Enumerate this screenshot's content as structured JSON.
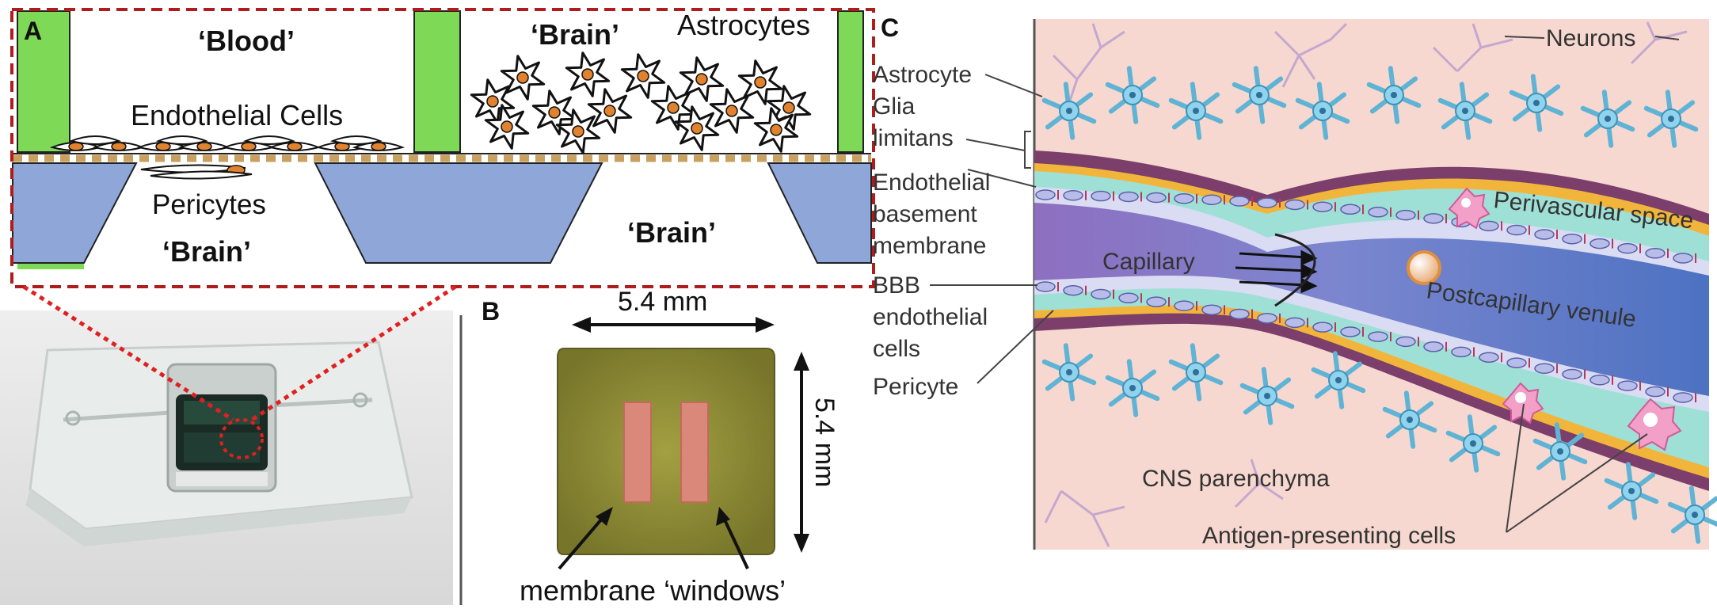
{
  "panel_a": {
    "letter": "A",
    "blood": "‘Blood’",
    "brain_top": "‘Brain’",
    "astrocytes": "Astrocytes",
    "endothelial": "Endothelial Cells",
    "pericytes": "Pericytes",
    "brain_left": "‘Brain’",
    "brain_right": "‘Brain’"
  },
  "panel_b": {
    "letter": "B",
    "width_dim": "5.4 mm",
    "height_dim": "5.4 mm",
    "windows": "membrane ‘windows’"
  },
  "panel_c": {
    "letter": "C",
    "neurons": "Neurons",
    "astrocyte": "Astrocyte",
    "glia1": "Glia",
    "glia2": "limitans",
    "endo1": "Endothelial",
    "endo2": "basement",
    "endo3": "membrane",
    "bbb1": "BBB",
    "bbb2": "endothelial",
    "bbb3": "cells",
    "pericyte": "Pericyte",
    "capillary": "Capillary",
    "perivascular": "Perivascular space",
    "venule": "Postcapillary venule",
    "cns": "CNS parenchyma",
    "apc": "Antigen-presenting cells"
  },
  "colors": {
    "dash_red": "#b01c1c",
    "green_wall": "#7ed957",
    "blue_trap": "#8fa7d8",
    "chip": "#8c8a2e",
    "window": "#d9887a",
    "tissue": "#f6d8d0"
  }
}
